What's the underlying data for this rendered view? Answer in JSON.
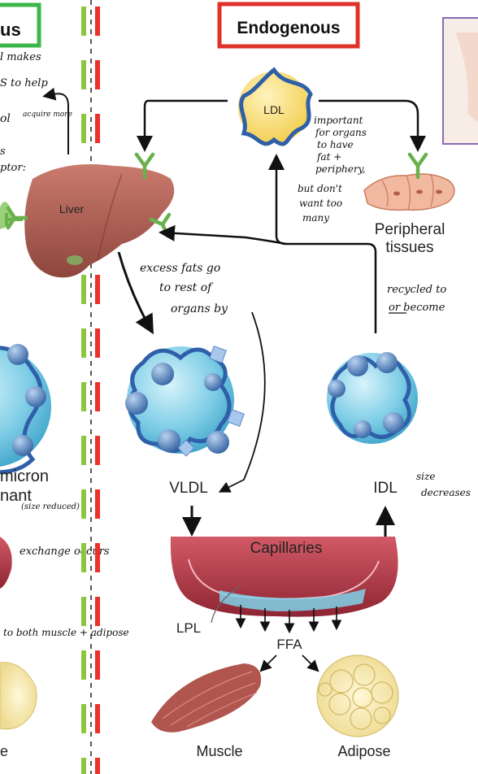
{
  "left_panel": {
    "title_fragment": "us",
    "title_color": "#3cb54a",
    "labels": {
      "chylomicron_line1": "micron",
      "chylomicron_line2": "nant",
      "bottom_left": "e"
    },
    "notes": {
      "n1": "l makes",
      "n2": "S to help",
      "n3": "ol",
      "n3b": "acquire more",
      "n4": "s",
      "n5": "ptor:",
      "n6": "(size reduced)",
      "n7": "exchange occurs",
      "n8": "to both muscle + adipose"
    }
  },
  "endogenous": {
    "title": "Endogenous",
    "title_color": "#e0302a",
    "ldl_label": "LDL",
    "liver_label": "Liver",
    "peripheral_label_1": "Peripheral",
    "peripheral_label_2": "tissues",
    "vldl_label": "VLDL",
    "idl_label": "IDL",
    "capillaries_label": "Capillaries",
    "lpl_label": "LPL",
    "ffa_label": "FFA",
    "muscle_label": "Muscle",
    "adipose_label": "Adipose"
  },
  "handwritten": {
    "ldl_note": [
      "important",
      "for organs",
      "to have",
      "fat +",
      "periphery,",
      "but don't",
      "want too",
      "many"
    ],
    "vldl_note": [
      "excess fats go",
      "to rest of",
      "organs by"
    ],
    "recycle_note_1": "recycled to",
    "recycle_note_2": "or become",
    "idl_note_1": "size",
    "idl_note_2": "decreases"
  },
  "colors": {
    "green_dash": "#8cc63f",
    "red_dash": "#e8322b",
    "lipoprotein": "#8fd3e8",
    "apoprotein": "#2f5fa8",
    "liver": "#a85a4e",
    "vessel": "#b43a48",
    "receptor": "#6ab04c",
    "ldl": "#f7d96b"
  }
}
